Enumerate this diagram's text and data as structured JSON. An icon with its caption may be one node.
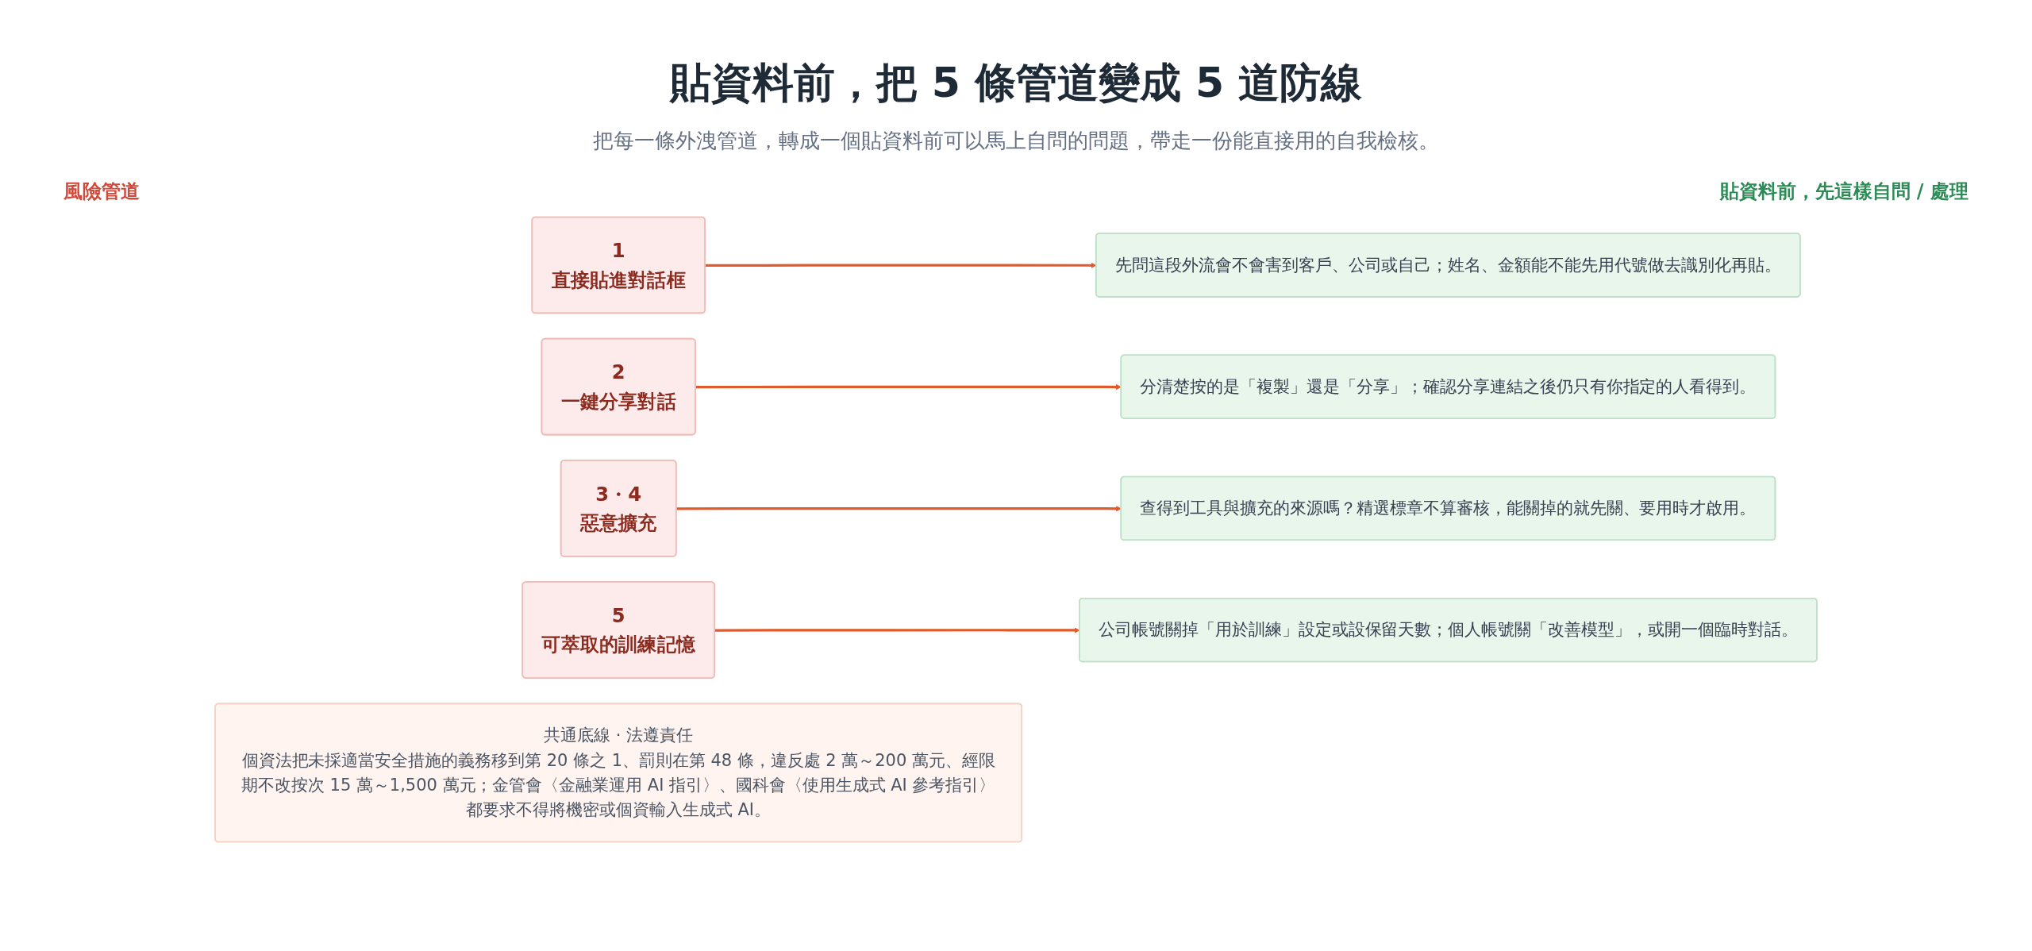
{
  "diagram": {
    "title": "貼資料前，把 5 條管道變成 5 道防線",
    "nodes": [
      {
        "text": [
          "1",
          "直接貼進對話框"
        ]
      },
      {
        "text": [
          "先問這段外流會不會害到客戶、公司或自己；姓名、金額能不能先用代號做去識別化再貼。"
        ]
      },
      {
        "text": [
          "2",
          "一鍵分享對話"
        ]
      },
      {
        "text": [
          "分清楚按的是「複製」還是「分享」；確認分享連結之後仍只有你指定的人看得到。"
        ]
      },
      {
        "text": [
          "3・4",
          "惡意擴充"
        ]
      },
      {
        "text": [
          "查得到工具與擴充的來源嗎？精選標章不算審核，能關掉的就先關、要用時才啟用。"
        ]
      },
      {
        "text": [
          "5",
          "可萃取的訓練記憶"
        ]
      },
      {
        "text": [
          "公司帳號關掉「用於訓練」設定或設保留天數；個人帳號關「改善模型」，或開一個臨時對話。"
        ]
      },
      {
        "text": [
          "共通底線 · 法遵責任",
          "個資法把未採適當安全措施的義務移到第 20 條之 1、罰則在第 48 條，違反處 2 萬～200 萬元、經限期不改按次 15 萬～1,500 萬元；金管會〈金融業運用 AI 指引〉、國科會〈使用生成式 AI 參考指引〉都要求不得將機密或個資輸入生成式 AI。"
        ]
      }
    ],
    "edges": [
      {
        "from": 0,
        "to": 1,
        "arrow": "to"
      },
      {
        "from": 2,
        "to": 3,
        "arrow": "to"
      },
      {
        "from": 4,
        "to": 5,
        "arrow": "to"
      },
      {
        "from": 6,
        "to": 7,
        "arrow": "to"
      }
    ],
    "labels": [
      "把每一條外洩管道，轉成一個貼資料前可以馬上自問的問題，帶走一份能直接用的自我檢核。",
      "風險管道",
      "貼資料前，先這樣自問 / 處理"
    ]
  }
}
